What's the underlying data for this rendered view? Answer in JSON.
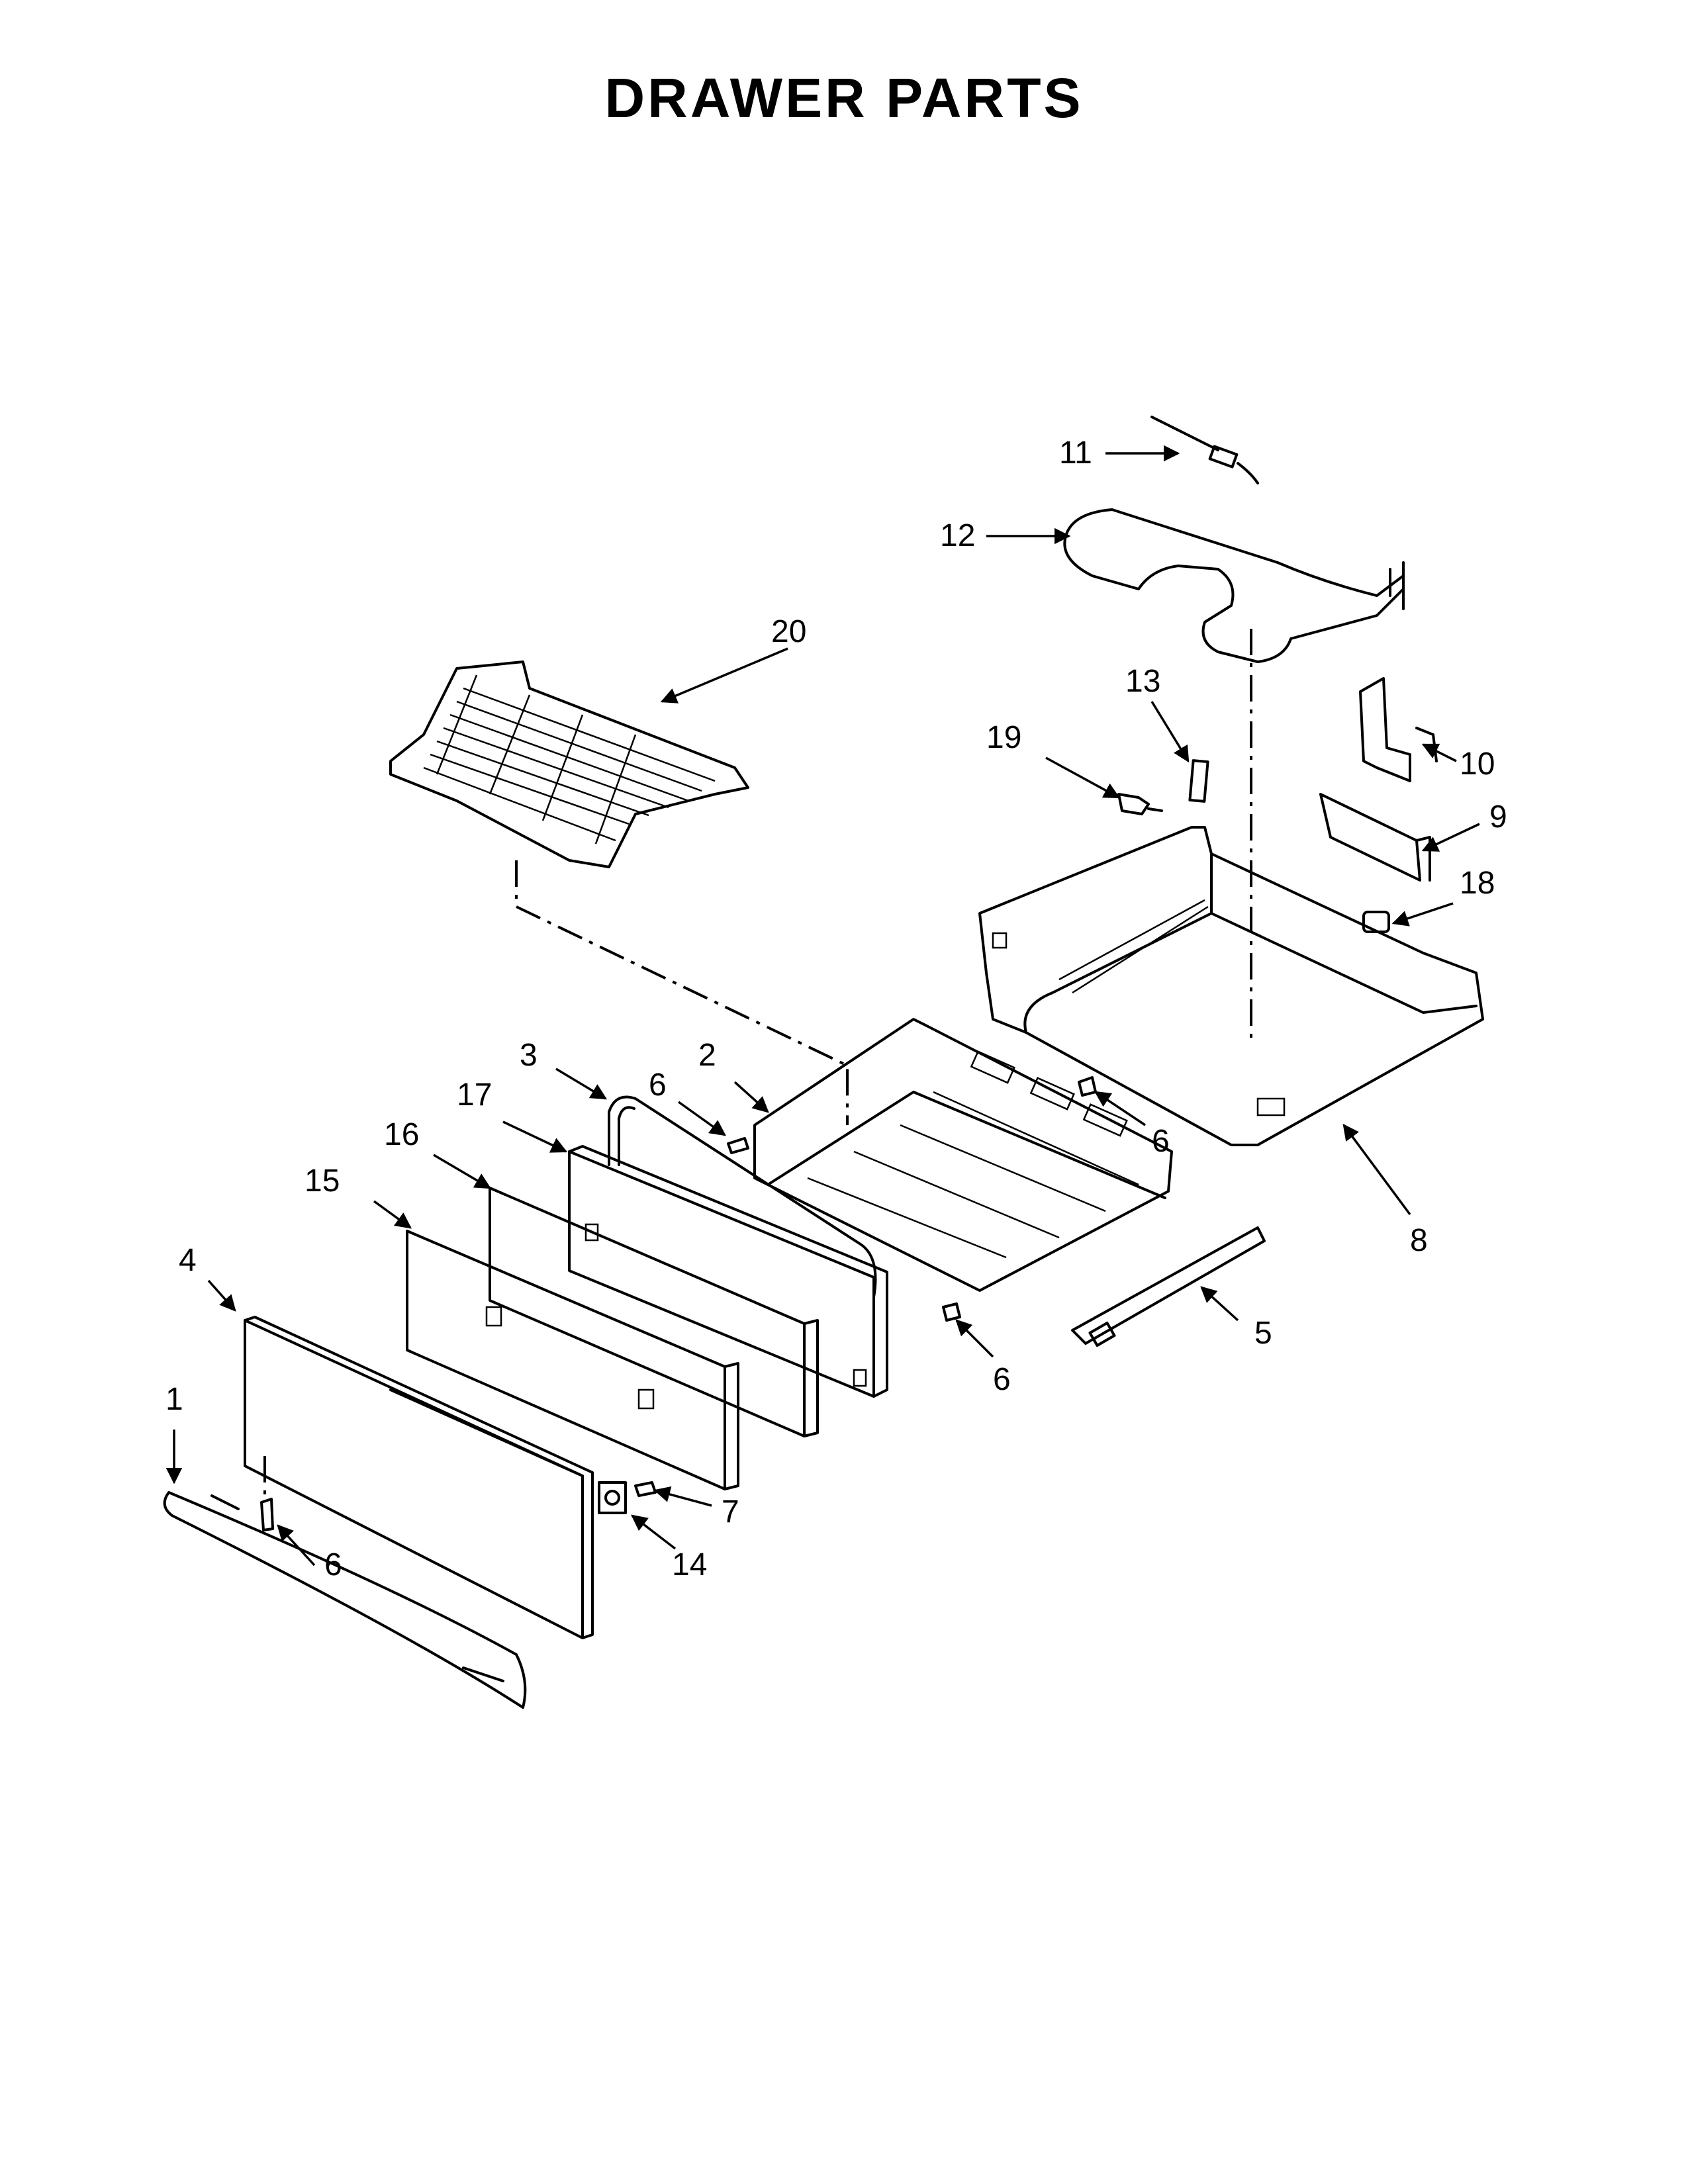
{
  "title": "DRAWER PARTS",
  "callouts": [
    {
      "id": "c1",
      "label": "1"
    },
    {
      "id": "c2",
      "label": "2"
    },
    {
      "id": "c3",
      "label": "3"
    },
    {
      "id": "c4",
      "label": "4"
    },
    {
      "id": "c5",
      "label": "5"
    },
    {
      "id": "c6a",
      "label": "6"
    },
    {
      "id": "c6b",
      "label": "6"
    },
    {
      "id": "c6c",
      "label": "6"
    },
    {
      "id": "c6d",
      "label": "6"
    },
    {
      "id": "c7",
      "label": "7"
    },
    {
      "id": "c8",
      "label": "8"
    },
    {
      "id": "c9",
      "label": "9"
    },
    {
      "id": "c10",
      "label": "10"
    },
    {
      "id": "c11",
      "label": "11"
    },
    {
      "id": "c12",
      "label": "12"
    },
    {
      "id": "c13",
      "label": "13"
    },
    {
      "id": "c14",
      "label": "14"
    },
    {
      "id": "c15",
      "label": "15"
    },
    {
      "id": "c16",
      "label": "16"
    },
    {
      "id": "c17",
      "label": "17"
    },
    {
      "id": "c18",
      "label": "18"
    },
    {
      "id": "c19",
      "label": "19"
    },
    {
      "id": "c20",
      "label": "20"
    }
  ]
}
